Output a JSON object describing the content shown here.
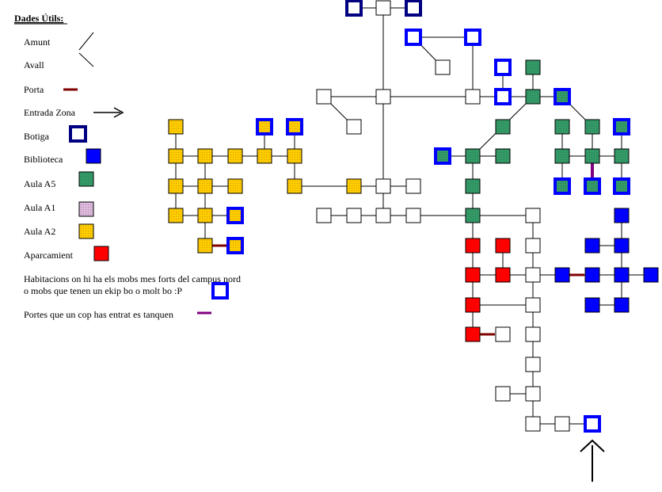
{
  "legend": {
    "title": "Dades Útils:",
    "items": [
      {
        "key": "amunt",
        "label": "Amunt"
      },
      {
        "key": "avall",
        "label": "Avall"
      },
      {
        "key": "porta",
        "label": "Porta"
      },
      {
        "key": "entrada",
        "label": "Entrada Zona"
      },
      {
        "key": "botiga",
        "label": "Botiga"
      },
      {
        "key": "biblioteca",
        "label": "Biblioteca"
      },
      {
        "key": "aula_a5",
        "label": "Aula A5"
      },
      {
        "key": "aula_a1",
        "label": "Aula A1"
      },
      {
        "key": "aula_a2",
        "label": "Aula A2"
      },
      {
        "key": "aparcament",
        "label": "Aparcamient"
      }
    ],
    "strong_line1": "Habitacions on hi ha els mobs mes forts del campus nord",
    "strong_line2": "o mobs que tenen un ekip bo o molt bo :P",
    "locked_doors": "Portes que un cop has entrat es tanquen"
  },
  "colors": {
    "room_border": "#000000",
    "strong_border": "#0000ff",
    "botiga_border": "#000080",
    "biblioteca": "#0000ff",
    "aula_a5": "#339966",
    "aula_a1": "#cc99cc",
    "aula_a2": "#ffcc00",
    "aparcament": "#ff0000",
    "porta": "#800000",
    "locked_door": "#800080"
  }
}
